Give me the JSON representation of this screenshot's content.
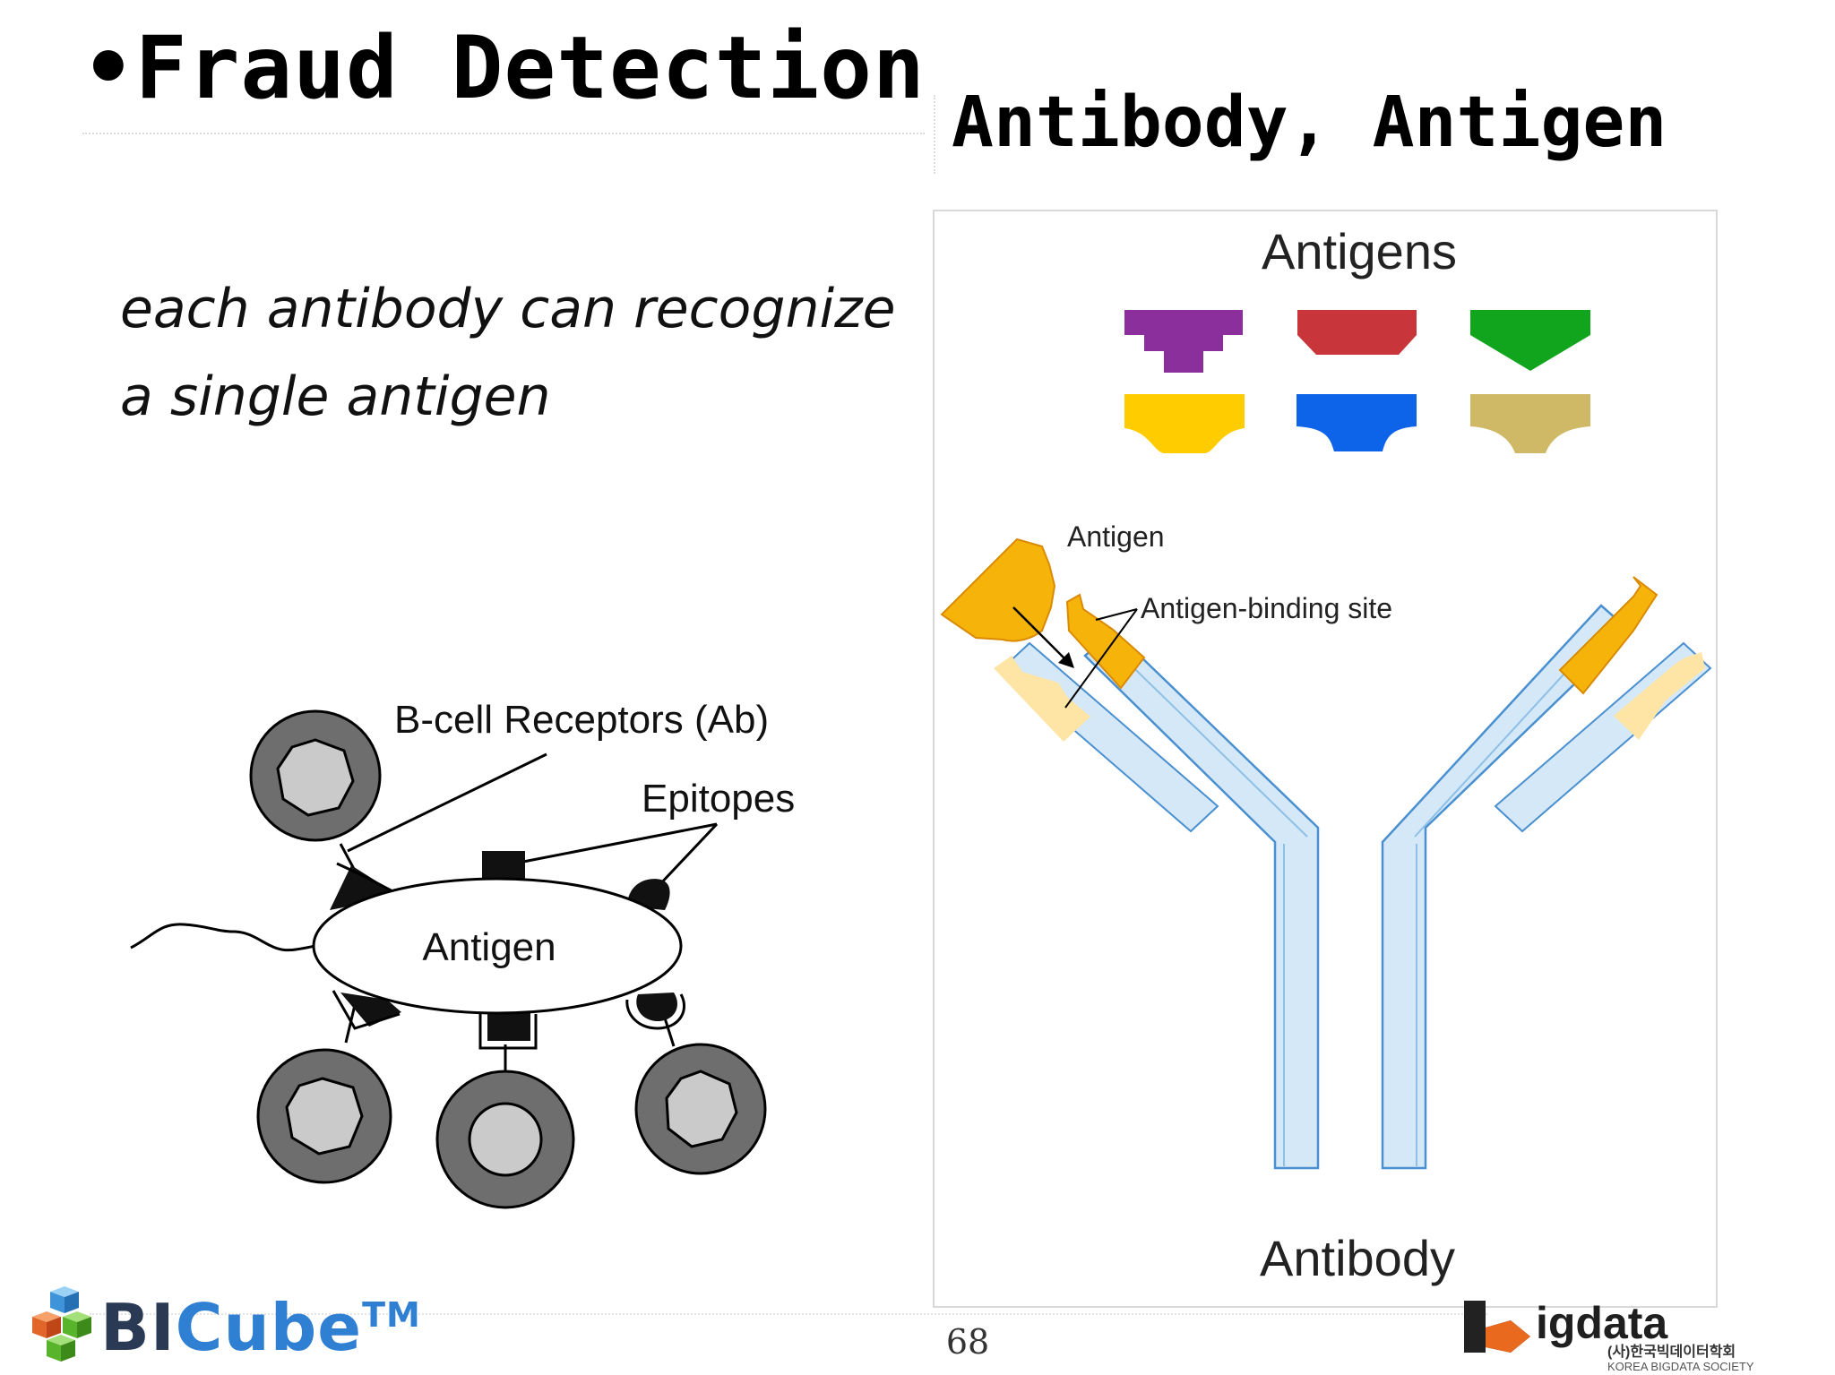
{
  "slide": {
    "title": "Fraud Detection",
    "section_heading": "Antibody, Antigen",
    "body_lines": [
      "each antibody can recognize",
      "a single antigen"
    ],
    "page_number": "68"
  },
  "left_diagram": {
    "receptor_label": "B-cell Receptors (Ab)",
    "epitope_label": "Epitopes",
    "antigen_label": "Antigen"
  },
  "right_diagram": {
    "antigens_label": "Antigens",
    "antigen_label": "Antigen",
    "binding_site_label": "Antigen-binding site",
    "antibody_label": "Antibody",
    "antigen_colors": [
      "#8b2f9c",
      "#c8353a",
      "#10a51c",
      "#ffcc00",
      "#0e64e8",
      "#cfb866"
    ],
    "heavy_chain_color": "#d4e8f7",
    "light_chain_color": "#ffe5a5",
    "binding_color": "#f6b40b"
  },
  "logos": {
    "bicube": {
      "bi": "BI",
      "cube": "Cube",
      "tm": "TM"
    },
    "bigdata": {
      "word": "igdata",
      "korean": "(사)한국빅데이터학회",
      "english": "KOREA BIGDATA SOCIETY"
    }
  }
}
